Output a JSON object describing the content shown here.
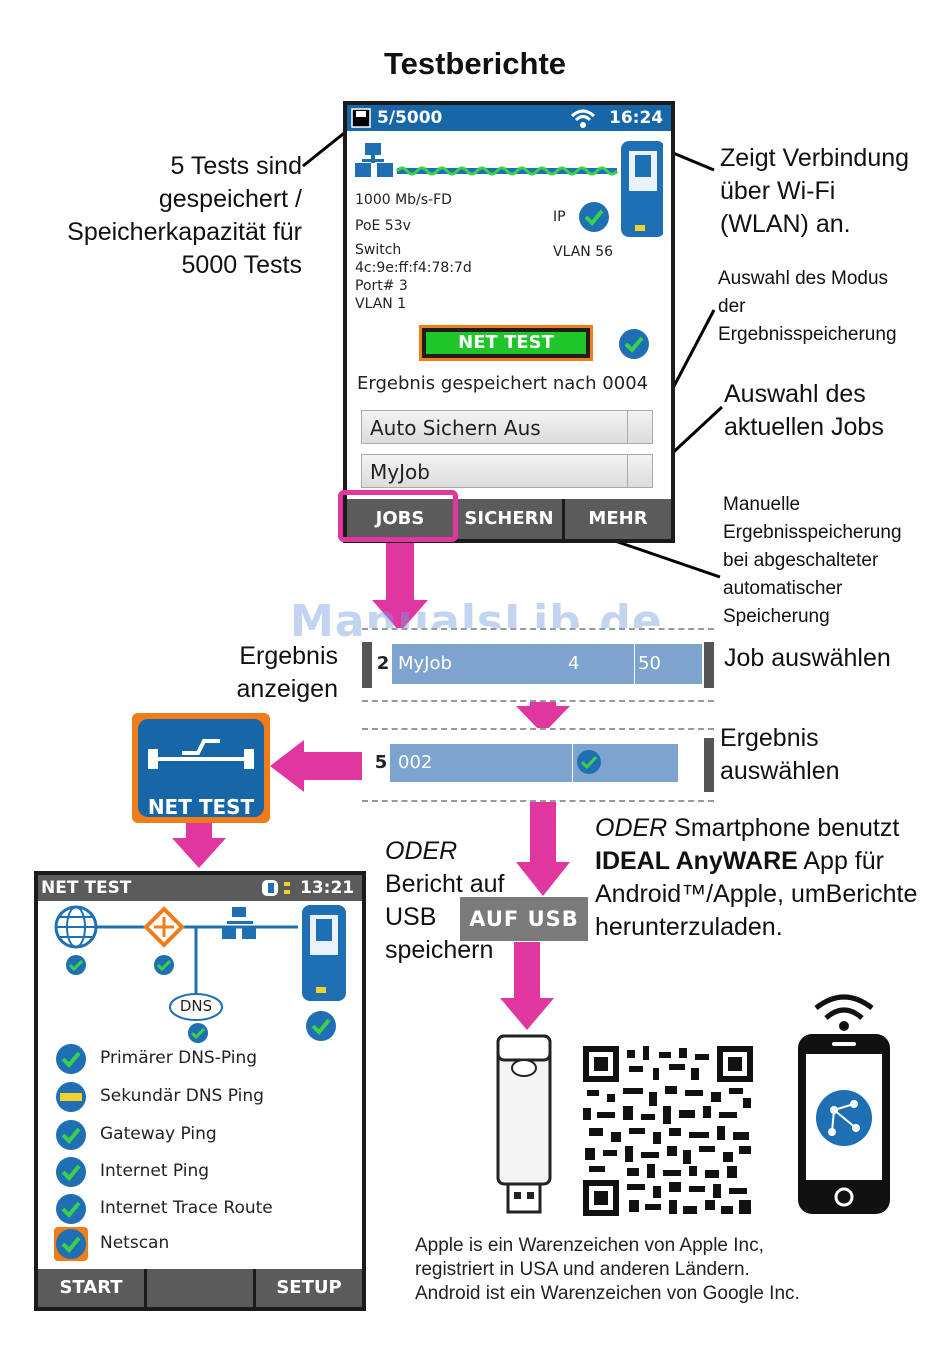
{
  "page": {
    "title": "Testberichte",
    "watermark": "ManualsLib.de"
  },
  "callouts": {
    "saved_tests": [
      "5 Tests sind",
      "gespeichert /",
      "Speicherkapazität für",
      "5000 Tests"
    ],
    "wifi": [
      "Zeigt Verbindung",
      "über Wi-Fi",
      "(WLAN) an."
    ],
    "save_mode": [
      "Auswahl des Modus",
      "der",
      "Ergebnisspeicherung"
    ],
    "current_job": [
      "Auswahl des",
      "aktuellen Jobs"
    ],
    "manual_save": [
      "Manuelle",
      "Ergebnisspeicherung",
      "bei abgeschalteter",
      "automatischer",
      "Speicherung"
    ],
    "show_result": [
      "Ergebnis",
      "anzeigen"
    ],
    "select_job": "Job auswählen",
    "select_result": [
      "Ergebnis",
      "auswählen"
    ],
    "usb": {
      "oder": "ODER",
      "lines": [
        "Bericht auf",
        "USB",
        "speichern"
      ],
      "button": "AUF USB"
    },
    "smartphone": {
      "oder": "ODER",
      "line1_rest": " Smartphone benutzt",
      "brand": "IDEAL AnyWARE",
      "line2_rest": " App für",
      "line3": "Android™/Apple, umBerichte",
      "line4": "herunterzuladen."
    },
    "trademark": [
      "Apple is ein Warenzeichen von Apple Inc,",
      "registriert in USA und anderen Ländern.",
      "Android ist ein Warenzeichen von Google Inc."
    ]
  },
  "device_top": {
    "status": {
      "count": "5/5000",
      "time": "16:24"
    },
    "link": {
      "speed": "1000 Mb/s-FD",
      "poe": "PoE 53v",
      "switch_label": "Switch",
      "mac": "4c:9e:ff:f4:78:7d",
      "port": "Port# 3",
      "vlan": "VLAN 1"
    },
    "ip": {
      "label": "IP",
      "vlan": "VLAN 56"
    },
    "net_test_button": "NET TEST",
    "saved_msg": "Ergebnis gespeichert nach 0004",
    "dropdowns": {
      "save_mode": "Auto Sichern Aus",
      "job": "MyJob"
    },
    "softkeys": [
      "JOBS",
      "SICHERN",
      "MEHR"
    ]
  },
  "job_row": {
    "index": "2",
    "name": "MyJob",
    "count": "4",
    "value": "50"
  },
  "result_row": {
    "index": "5",
    "name": "002"
  },
  "net_test_icon_label": "NET TEST",
  "device_bottom": {
    "status": {
      "title": "NET TEST",
      "time": "13:21"
    },
    "dns_label": "DNS",
    "tests": [
      {
        "label": "Primärer DNS-Ping",
        "status": "pass"
      },
      {
        "label": "Sekundär DNS Ping",
        "status": "warn"
      },
      {
        "label": "Gateway Ping",
        "status": "pass"
      },
      {
        "label": "Internet Ping",
        "status": "pass"
      },
      {
        "label": "Internet Trace Route",
        "status": "pass"
      },
      {
        "label": "Netscan",
        "status": "selected"
      }
    ],
    "softkeys": [
      "START",
      "",
      "SETUP"
    ]
  },
  "colors": {
    "accent_blue": "#1666a8",
    "magenta": "#e0369f",
    "green": "#1fc62a",
    "orange": "#f07d1a"
  }
}
